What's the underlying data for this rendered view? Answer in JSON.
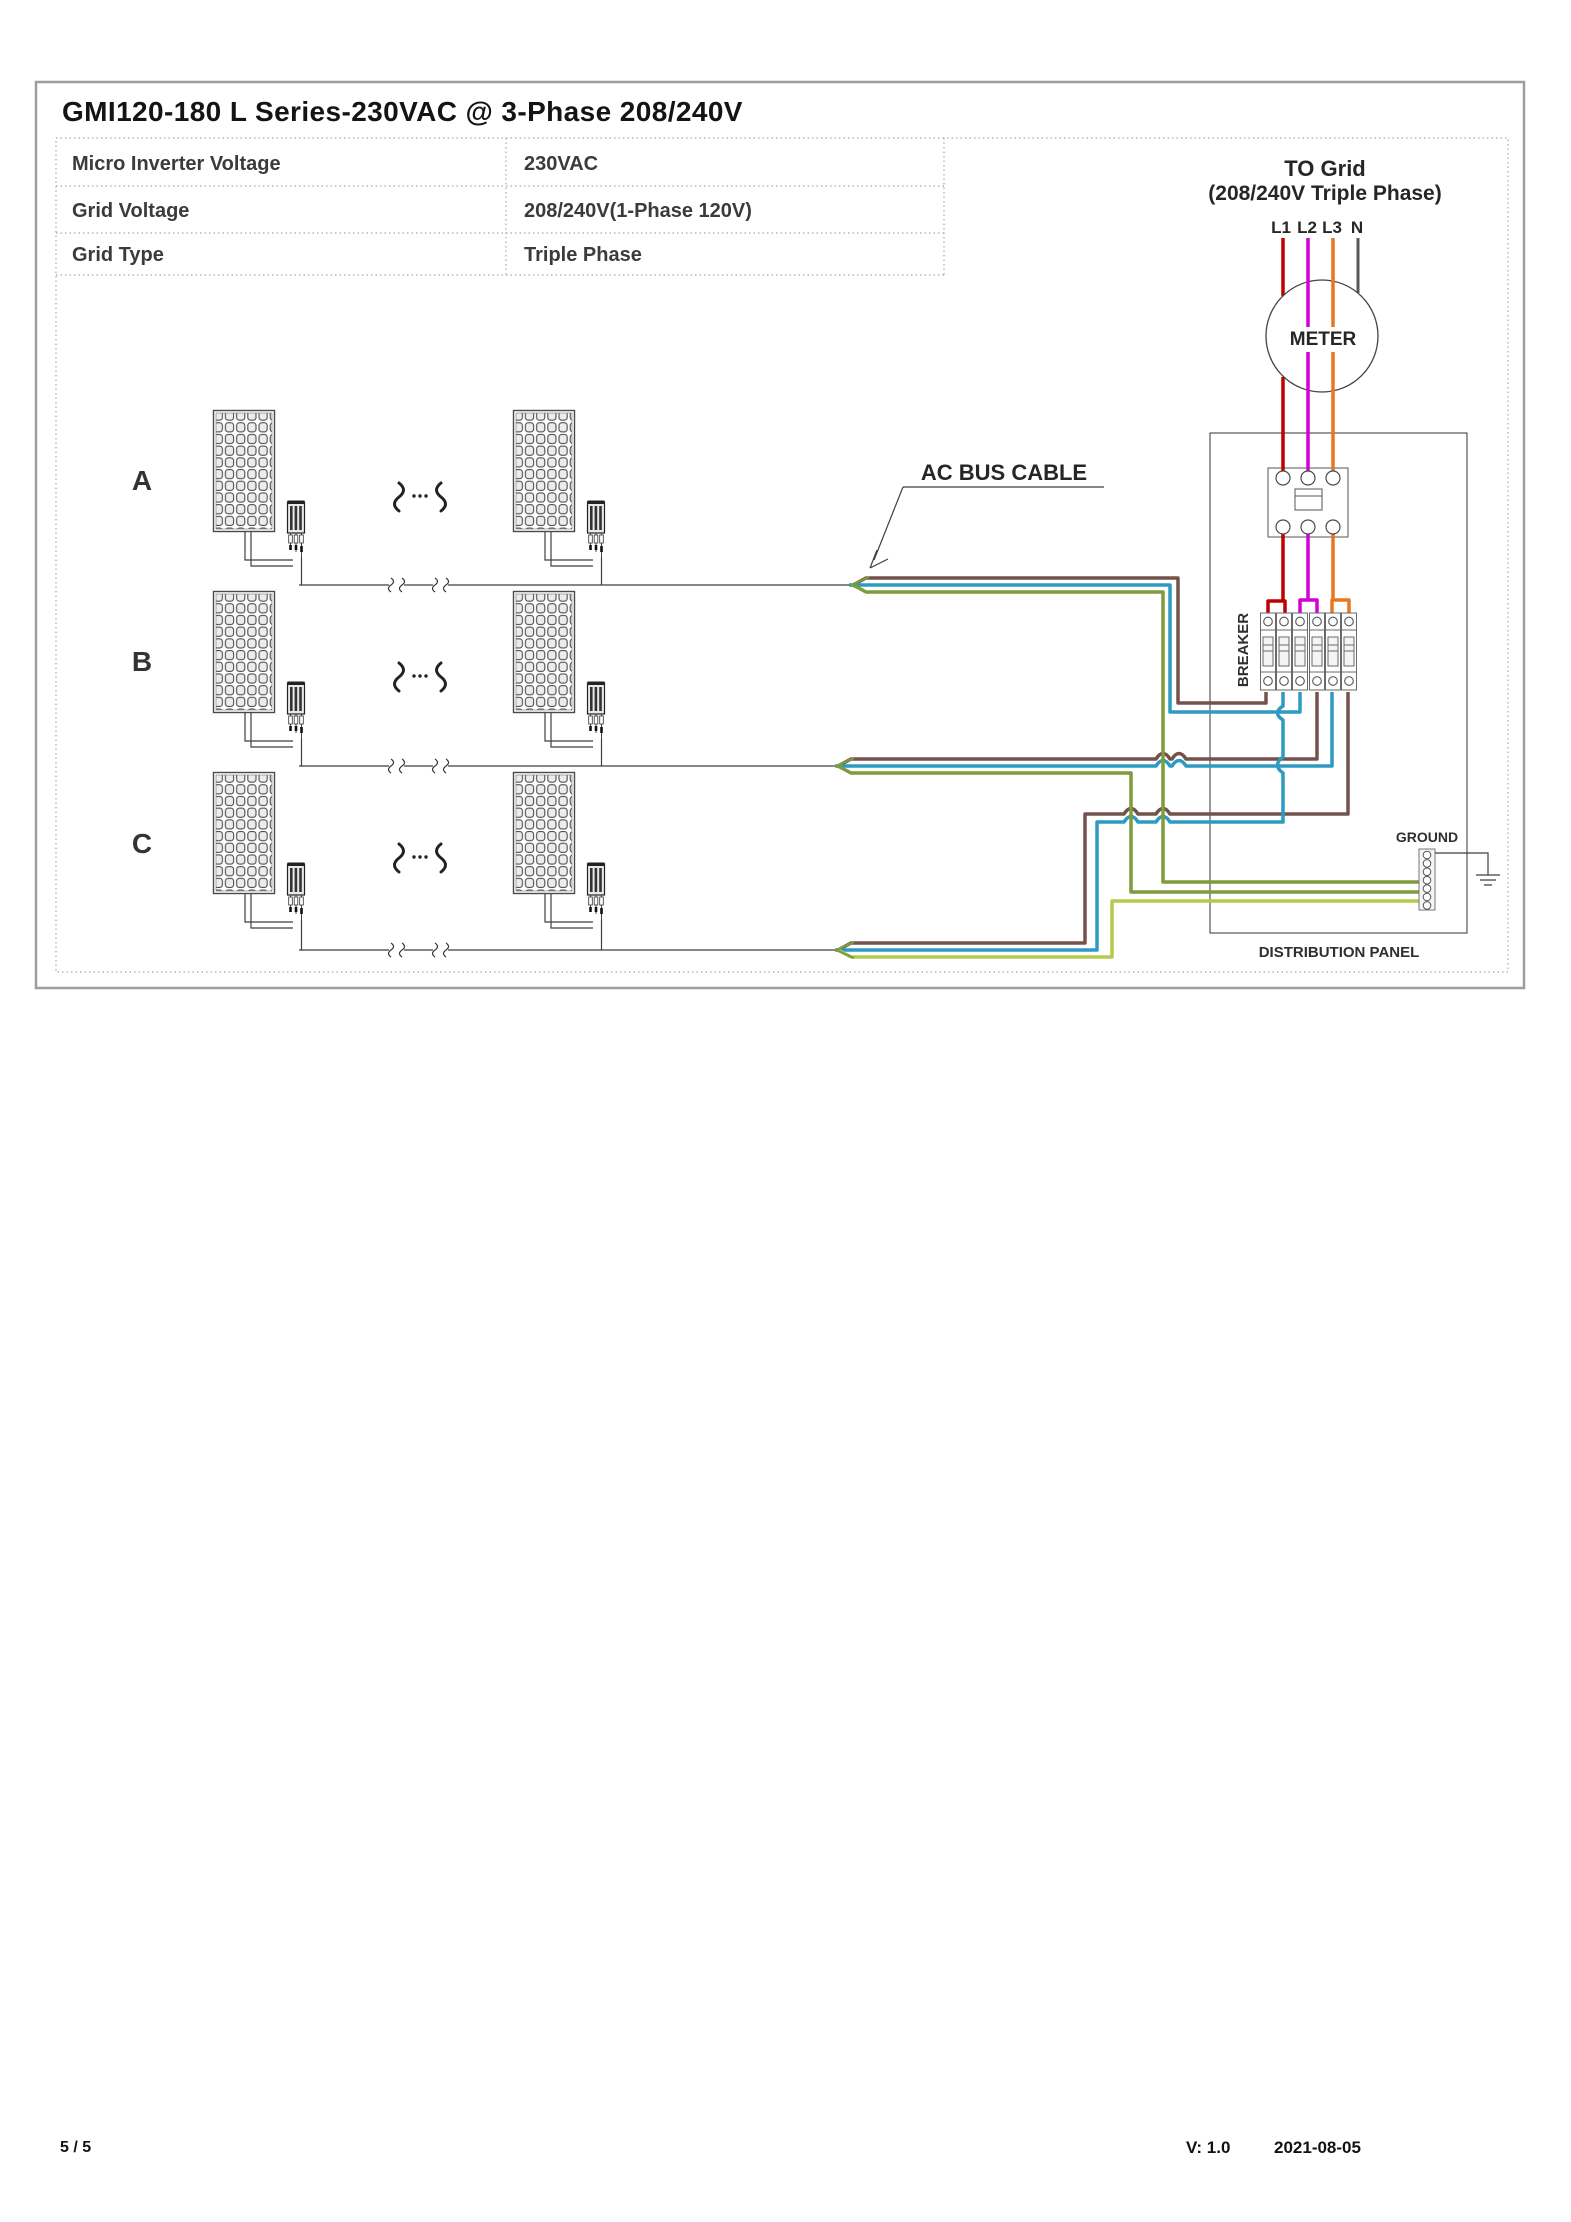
{
  "page": {
    "title": "GMI120-180 L Series-230VAC @ 3-Phase 208/240V",
    "footer": {
      "page_indicator": "5 / 5",
      "version": "V: 1.0",
      "date": "2021-08-05"
    }
  },
  "spec_table": {
    "rows": [
      {
        "label": "Micro Inverter Voltage",
        "value": "230VAC"
      },
      {
        "label": "Grid Voltage",
        "value": "208/240V(1-Phase 120V)"
      },
      {
        "label": "Grid Type",
        "value": "Triple Phase"
      }
    ]
  },
  "diagram": {
    "to_grid_line1": "TO Grid",
    "to_grid_line2": "(208/240V Triple Phase)",
    "grid_wires": [
      "L1",
      "L2",
      "L3",
      "N"
    ],
    "meter_label": "METER",
    "breaker_label": "BREAKER",
    "ground_label": "GROUND",
    "distribution_panel_label": "DISTRIBUTION PANEL",
    "ac_bus_label": "AC BUS CABLE",
    "branch_labels": [
      "A",
      "B",
      "C"
    ],
    "colors": {
      "l1_red": "#c00000",
      "l2_magenta": "#d400d4",
      "l3_orange": "#e87722",
      "neutral_gray": "#595959",
      "ac_line_brown": "#73524c",
      "ac_neutral_blue": "#2d9bc1",
      "ground_green": "#7e9b3e",
      "ground_green_light": "#b5c94f"
    }
  }
}
